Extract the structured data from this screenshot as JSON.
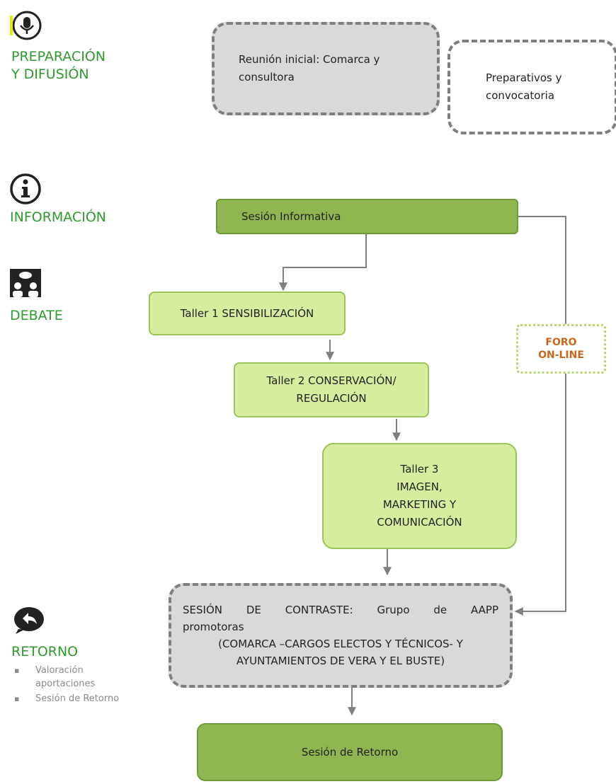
{
  "phases": {
    "preparacion": {
      "label_line1": "PREPARACIÓN",
      "label_line2": "Y DIFUSIÓN",
      "icon": "microphone-icon"
    },
    "informacion": {
      "label": "INFORMACIÓN",
      "icon": "info-icon"
    },
    "debate": {
      "label": "DEBATE",
      "icon": "debate-people-icon"
    },
    "retorno": {
      "label": "RETORNO",
      "icon": "return-arrow-icon",
      "items": [
        "Valoración aportaciones",
        "Sesión de Retorno"
      ]
    }
  },
  "nodes": {
    "reunion_inicial": {
      "line1": "Reunión inicial: Comarca y",
      "line2": "consultora"
    },
    "preparativos": {
      "line1": "Preparativos y",
      "line2": "convocatoria"
    },
    "sesion_informativa": {
      "label": "Sesión Informativa"
    },
    "taller1": {
      "label": "Taller 1 SENSIBILIZACIÓN"
    },
    "taller2": {
      "line1": "Taller 2 CONSERVACIÓN/",
      "line2": "REGULACIÓN"
    },
    "taller3": {
      "line1": "Taller 3",
      "line2": "IMAGEN,",
      "line3": "MARKETING Y",
      "line4": "COMUNICACIÓN"
    },
    "foro": {
      "line1": "FORO",
      "line2": "ON-LINE"
    },
    "contraste": {
      "line1": "SESIÓN DE CONTRASTE: Grupo de AAPP",
      "line2": "promotoras",
      "line3": "(COMARCA –CARGOS ELECTOS Y TÉCNICOS- Y",
      "line4": "AYUNTAMIENTOS DE VERA Y EL BUSTE)"
    },
    "sesion_retorno": {
      "label": "Sesión de Retorno"
    }
  },
  "colors": {
    "phase_green": "#2e9a2e",
    "dark_green": "#8fb650",
    "light_green": "#d6ec9f",
    "grey": "#d9d9d9",
    "foro_orange": "#c8661d",
    "connector": "#808080"
  }
}
